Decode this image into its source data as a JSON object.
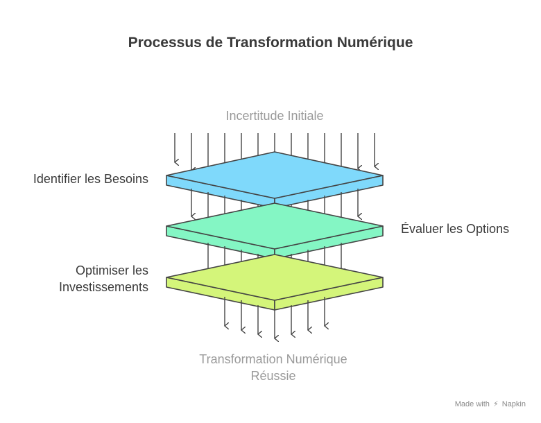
{
  "title": "Processus de Transformation Numérique",
  "start_label": "Incertitude Initiale",
  "end_label": [
    "Transformation Numérique",
    "Réussie"
  ],
  "stages": [
    {
      "label": [
        "Identifier les Besoins"
      ],
      "side": "left",
      "color": "#7fd9fb"
    },
    {
      "label": [
        "Évaluer les Options"
      ],
      "side": "right",
      "color": "#84f6c4"
    },
    {
      "label": [
        "Optimiser les",
        "Investissements"
      ],
      "side": "left",
      "color": "#d4f57a"
    }
  ],
  "watermark": {
    "prefix": "Made with",
    "brand": "Napkin"
  }
}
